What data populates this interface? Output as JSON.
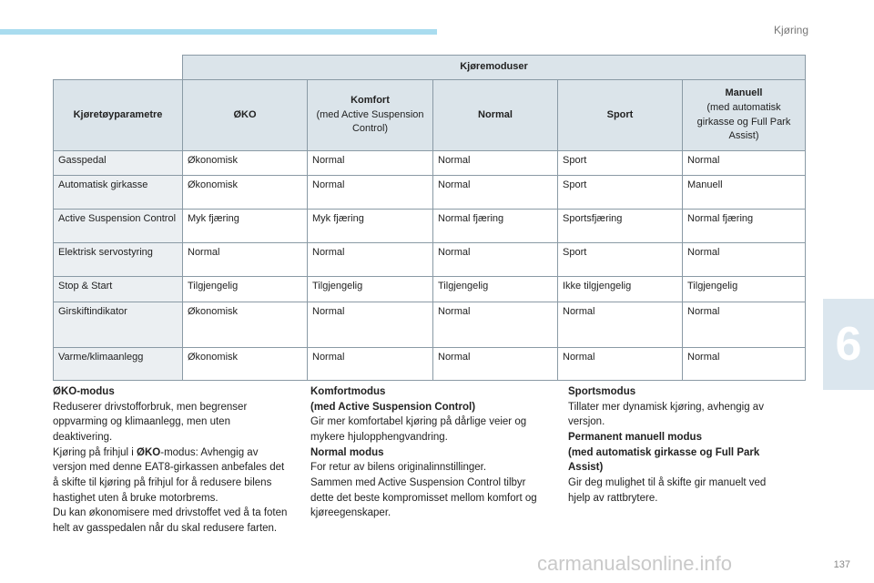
{
  "header": {
    "section_title": "Kjøring",
    "chapter_number": "6"
  },
  "table": {
    "group_header": "Kjøremoduser",
    "headers": [
      {
        "title": "Kjøretøyparametre",
        "sub": ""
      },
      {
        "title": "ØKO",
        "sub": ""
      },
      {
        "title": "Komfort",
        "sub": "(med Active Suspension Control)"
      },
      {
        "title": "Normal",
        "sub": ""
      },
      {
        "title": "Sport",
        "sub": ""
      },
      {
        "title": "Manuell",
        "sub": "(med automatisk girkasse og Full Park Assist)"
      }
    ],
    "rows": [
      [
        "Gasspedal",
        "Økonomisk",
        "Normal",
        "Normal",
        "Sport",
        "Normal"
      ],
      [
        "Automatisk girkasse",
        "Økonomisk",
        "Normal",
        "Normal",
        "Sport",
        "Manuell"
      ],
      [
        "Active Suspension Control",
        "Myk fjæring",
        "Myk fjæring",
        "Normal fjæring",
        "Sportsfjæring",
        "Normal fjæring"
      ],
      [
        "Elektrisk servostyring",
        "Normal",
        "Normal",
        "Normal",
        "Sport",
        "Normal"
      ],
      [
        "Stop & Start",
        "Tilgjengelig",
        "Tilgjengelig",
        "Tilgjengelig",
        "Ikke tilgjengelig",
        "Tilgjengelig"
      ],
      [
        "Girskiftindikator",
        "Økonomisk",
        "Normal",
        "Normal",
        "Normal",
        "Normal"
      ],
      [
        "Varme/klimaanlegg",
        "Økonomisk",
        "Normal",
        "Normal",
        "Normal",
        "Normal"
      ]
    ]
  },
  "notes": {
    "col1": {
      "title": "ØKO-modus",
      "body1": "Reduserer drivstofforbruk, men begrenser oppvarming og klimaanlegg, men uten deaktivering.",
      "body2_pre": "Kjøring på frihjul i ",
      "body2_bold": "ØKO",
      "body2_post": "-modus: Avhengig av versjon med denne EAT8-girkassen anbefales det å skifte til kjøring på frihjul for å redusere bilens hastighet uten å bruke motorbrems.",
      "body3": "Du kan økonomisere med drivstoffet ved å ta foten helt av gasspedalen når du skal redusere farten."
    },
    "col2": {
      "title1": "Komfortmodus",
      "title2": "(med Active Suspension Control)",
      "body1": "Gir mer komfortabel kjøring på dårlige veier og mykere hjulopphengvandring.",
      "title3": "Normal modus",
      "body2": "For retur av bilens originalinnstillinger.",
      "body3": "Sammen med Active Suspension Control tilbyr dette det beste kompromisset mellom komfort og kjøreegenskaper."
    },
    "col3": {
      "title1": "Sportsmodus",
      "body1": "Tillater mer dynamisk kjøring, avhengig av versjon.",
      "title2": "Permanent manuell modus",
      "title3": "(med automatisk girkasse og Full Park Assist)",
      "body2": "Gir deg mulighet til å skifte gir manuelt ved hjelp av rattbrytere."
    }
  },
  "footer": {
    "page_number": "137",
    "watermark": "carmanualsonline.info"
  }
}
